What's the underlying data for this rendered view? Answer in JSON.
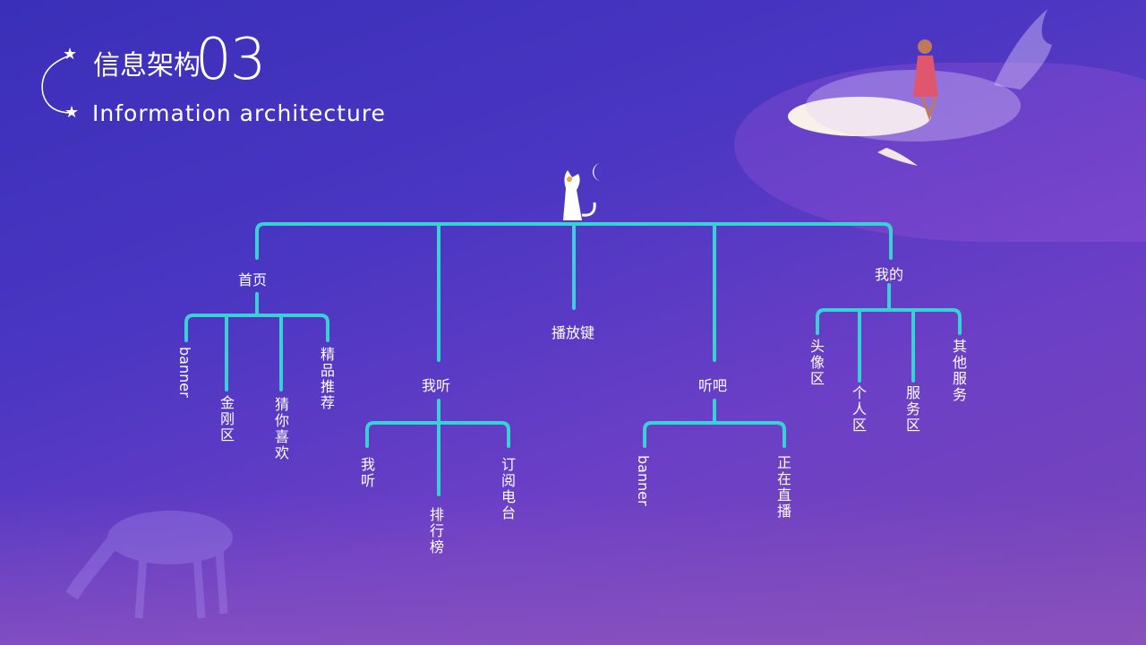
{
  "header": {
    "title_cn": "信息架构",
    "title_num": "03",
    "title_en": "Information architecture"
  },
  "tree": {
    "root_children": [
      {
        "label": "首页",
        "children": [
          "banner",
          "金刚区",
          "猜你喜欢",
          "精品推荐"
        ]
      },
      {
        "label": "我听",
        "children": [
          "我听",
          "排行榜",
          "订阅电台"
        ]
      },
      {
        "label": "播放键",
        "children": []
      },
      {
        "label": "听吧",
        "children": [
          "banner",
          "正在直播"
        ]
      },
      {
        "label": "我的",
        "children": [
          "头像区",
          "个人区",
          "服务区",
          "其他服务"
        ]
      }
    ]
  },
  "colors": {
    "line": "#3ad1d6",
    "accent": "#ffffff"
  },
  "icons": [
    "star-icon",
    "cat-illustration",
    "moon-icon",
    "whale-illustration",
    "deer-illustration"
  ]
}
